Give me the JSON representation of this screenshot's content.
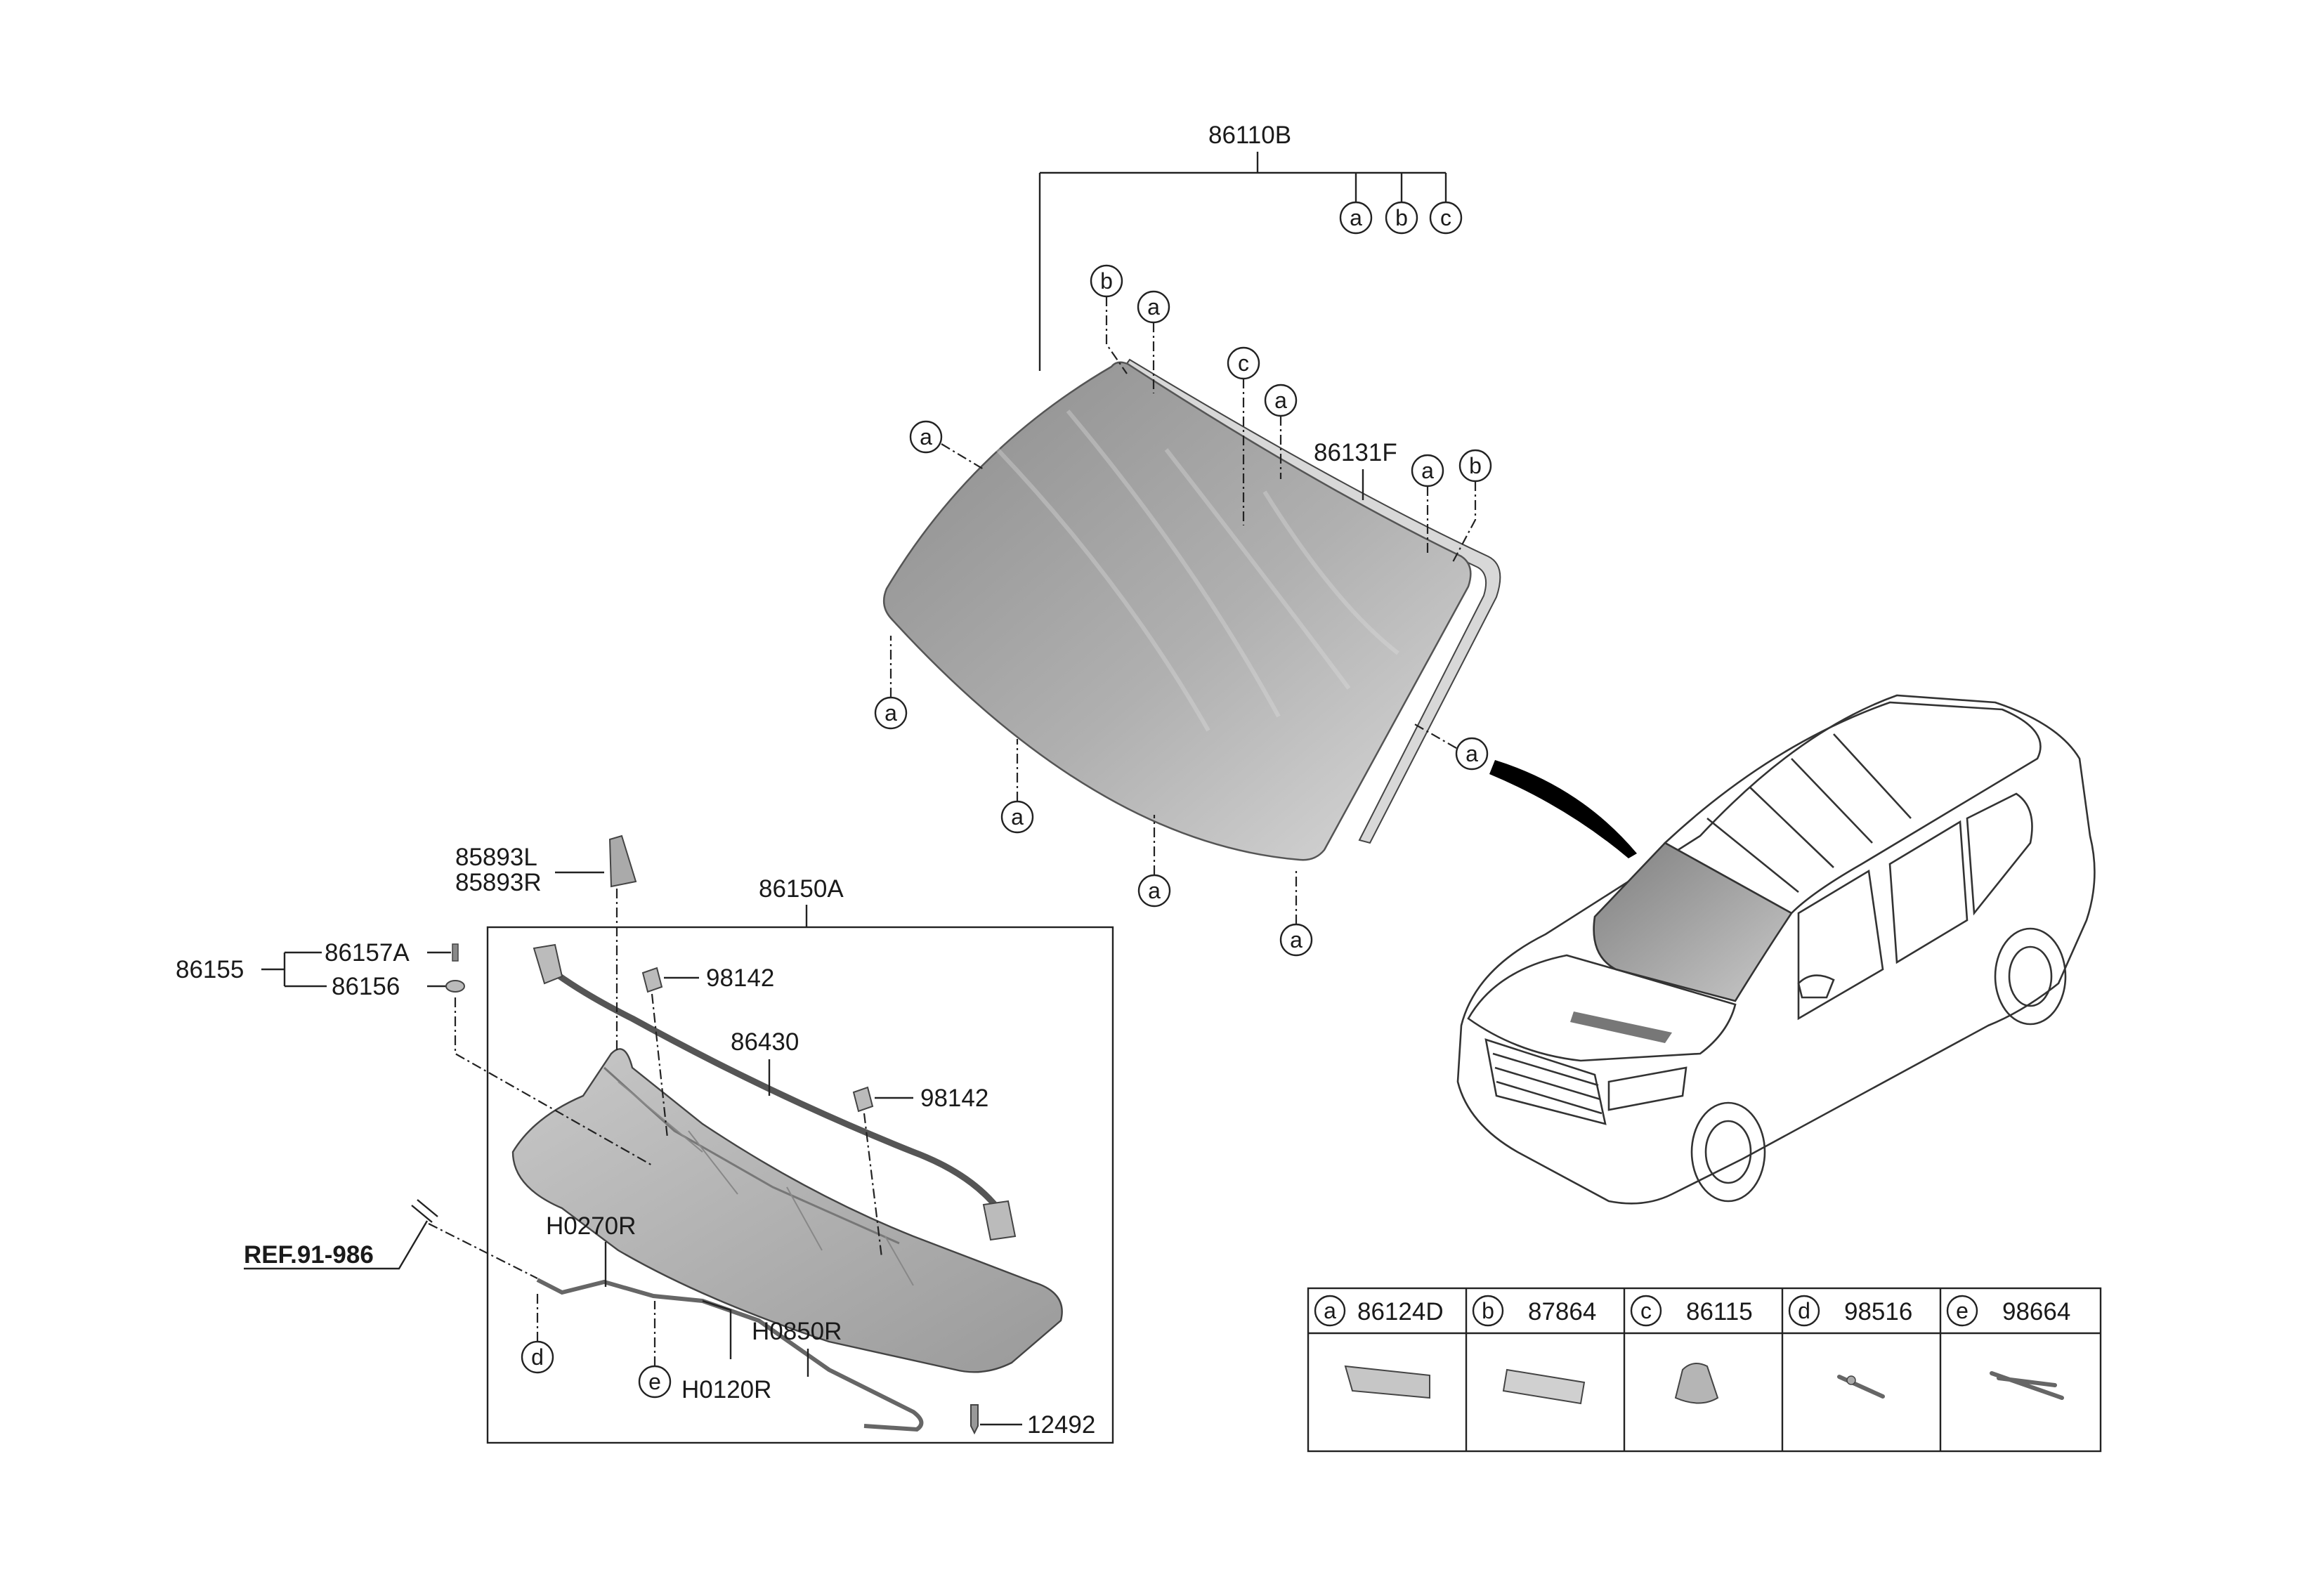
{
  "diagram": {
    "windshield_assembly": "86110B",
    "windshield_subrefs": [
      "a",
      "b",
      "c"
    ],
    "molding": "86131F",
    "cowl_assembly": "86150A",
    "cowl_seal": "86430",
    "clip_98142_upper": "98142",
    "clip_98142_lower": "98142",
    "bracket_left": "85893L",
    "bracket_right": "85893R",
    "fastener_group": "86155",
    "fastener_a": "86157A",
    "fastener_b": "86156",
    "hose_1": "H0270R",
    "hose_2": "H0850R",
    "hose_3": "H0120R",
    "screw": "12492",
    "reference": "REF.91-986",
    "callouts": {
      "a": "a",
      "b": "b",
      "c": "c",
      "d": "d",
      "e": "e"
    }
  },
  "legend": [
    {
      "letter": "a",
      "part": "86124D"
    },
    {
      "letter": "b",
      "part": "87864"
    },
    {
      "letter": "c",
      "part": "86115"
    },
    {
      "letter": "d",
      "part": "98516"
    },
    {
      "letter": "e",
      "part": "98664"
    }
  ],
  "colors": {
    "glass_dark": "#8f8f8f",
    "glass_light": "#d2d2d2",
    "part_gray": "#bdbdbd",
    "line": "#222222"
  }
}
